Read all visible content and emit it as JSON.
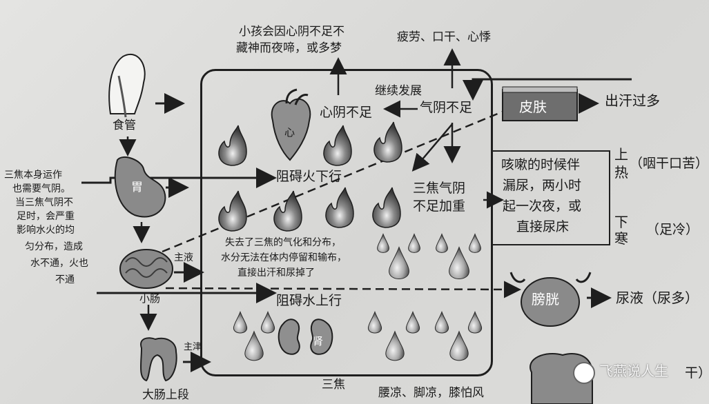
{
  "organs": {
    "esophagus": "食管",
    "stomach": "胃",
    "small_intestine": "小肠",
    "large_intestine": "大肠上段",
    "heart": "心",
    "kidney": "肾",
    "skin": "皮肤",
    "bladder": "膀胱"
  },
  "small_intestine_output": "主液",
  "large_intestine_output": "主津",
  "left_note": [
    "三焦本身运作",
    "也需要气阴。",
    "当三焦气阴不",
    "足时，会严重",
    "影响水火的均",
    "匀分布，造成",
    "水不通，火也",
    "不通"
  ],
  "top_note": [
    "小孩会因心阴不足不",
    "藏神而夜啼，或多梦"
  ],
  "top_right_note": "疲劳、口干、心悸",
  "continue_label": "继续发展",
  "heart_yin_label": "心阴不足",
  "qi_yin_label": "气阴不足",
  "fire_block_label": "阻碍火下行",
  "triple_burner_label": [
    "三焦气阴",
    "不足加重"
  ],
  "lost_function_note": [
    "失去了三焦的气化和分布，",
    "水分无法在体内停留和输布，",
    "直接出汗和尿掉了"
  ],
  "water_block_label": "阻碍水上行",
  "sanjiao_label": "三焦",
  "bottom_note": "腰凉、脚凉，膝怕风",
  "sweat_label": "出汗过多",
  "cough_box": [
    "咳嗽的时候伴",
    "漏尿，两小时",
    "起一次夜，或",
    "直接尿床"
  ],
  "upper_heat": [
    "上",
    "热"
  ],
  "upper_heat_note": "（咽干口苦）",
  "lower_cold": [
    "下",
    "寒"
  ],
  "lower_cold_note": "（足冷）",
  "urine_label": "尿液（尿多）",
  "cut_label": "干）",
  "watermark": "飞燕说人生"
}
